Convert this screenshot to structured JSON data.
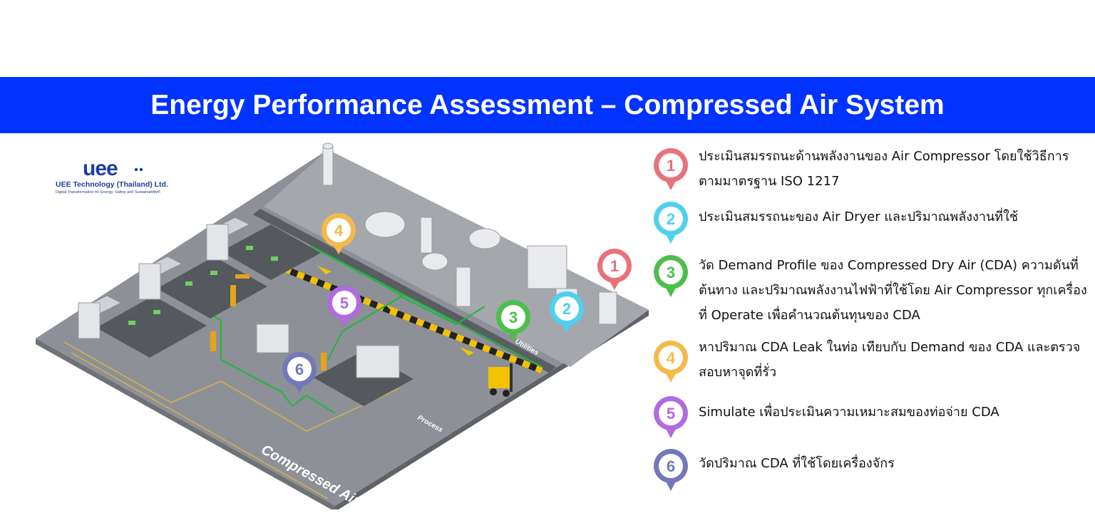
{
  "header": {
    "title": "Energy Performance Assessment – Compressed Air System"
  },
  "logo": {
    "mark": "uee",
    "company": "UEE Technology (Thailand) Ltd.",
    "tagline": "Digital Transformation for Energy, Safety and Sustainability®"
  },
  "scene": {
    "zone_labels": {
      "compressed_air": "Compressed Air",
      "process": "Process",
      "utilities": "Utilities"
    },
    "markers": [
      "1",
      "2",
      "3",
      "4",
      "5",
      "6"
    ]
  },
  "legend": [
    {
      "number": "1",
      "color": "#e8727a",
      "text": "ประเมินสมรรถนะด้านพลังงานของ Air Compressor โดยใช้วิธีการตามมาตรฐาน ISO 1217"
    },
    {
      "number": "2",
      "color": "#4fd0ee",
      "text": "ประเมินสมรรถนะของ Air Dryer และปริมาณพลังงานที่ใช้"
    },
    {
      "number": "3",
      "color": "#4cbf4a",
      "text": "วัด Demand Profile ของ Compressed Dry Air (CDA) ความดันที่ต้นทาง และปริมาณพลังงานไฟฟ้าที่ใช้โดย Air Compressor ทุกเครื่องที่ Operate เพื่อคำนวณต้นทุนของ CDA"
    },
    {
      "number": "4",
      "color": "#f5b94a",
      "text": "หาปริมาณ CDA Leak ในท่อ เทียบกับ Demand ของ CDA และตรวจสอบหาจุดที่รั่ว"
    },
    {
      "number": "5",
      "color": "#b06be0",
      "text": "Simulate เพื่อประเมินความเหมาะสมของท่อจ่าย CDA"
    },
    {
      "number": "6",
      "color": "#7478b8",
      "text": "วัดปริมาณ CDA ที่ใช้โดยเครื่องจักร"
    }
  ]
}
